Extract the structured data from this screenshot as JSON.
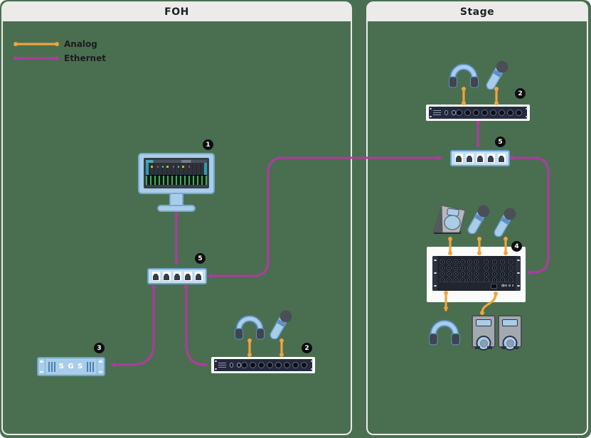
{
  "panels": {
    "foh": {
      "title": "FOH"
    },
    "stage": {
      "title": "Stage"
    }
  },
  "legend": {
    "analog_label": "Analog",
    "ethernet_label": "Ethernet",
    "analog_color": "#f2a33c",
    "ethernet_color": "#b03aa0"
  },
  "devices": {
    "computer": {
      "badge": "1"
    },
    "foh_switch": {
      "badge": "5"
    },
    "sgs_server": {
      "badge": "3",
      "label": "S G S"
    },
    "foh_stage_rack": {
      "badge": "2"
    },
    "stage_rack": {
      "badge": "2"
    },
    "stage_switch": {
      "badge": "5"
    },
    "stage_box": {
      "badge": "4"
    }
  },
  "colors": {
    "background_green": "#4a6f50",
    "panel_header_gray": "#ecebe9",
    "device_fill_blue": "#a9cde9",
    "device_border_blue": "#6aa5cd",
    "analog_orange": "#f2a33c",
    "ethernet_magenta": "#b03aa0",
    "badge_black": "#0e0e10"
  }
}
